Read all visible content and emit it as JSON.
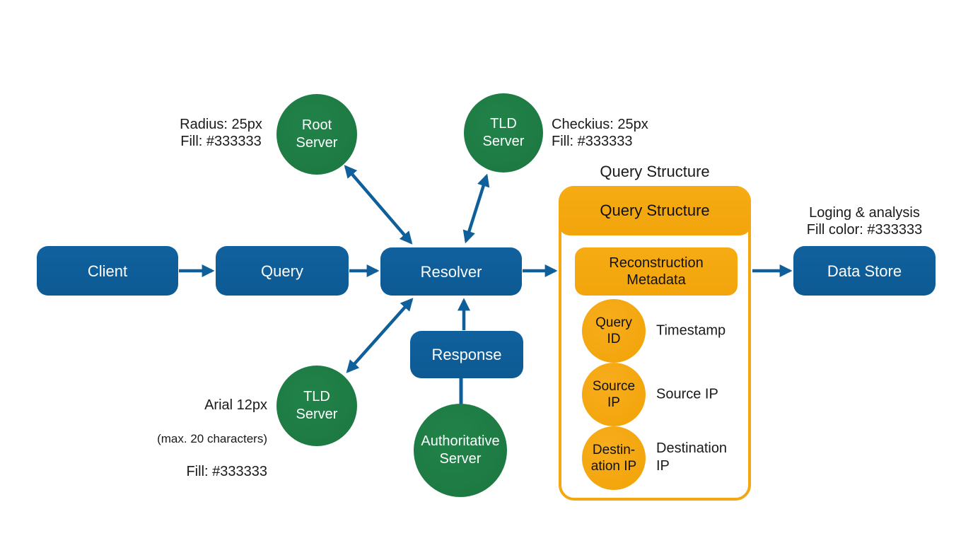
{
  "colors": {
    "node_blue": "#0F5F9B",
    "node_green": "#1E7C45",
    "accent_orange": "#F3A712",
    "arrow_blue": "#0F5F9B",
    "text_dark": "#1A1A1A"
  },
  "nodes": {
    "client": {
      "label": "Client"
    },
    "query": {
      "label": "Query"
    },
    "resolver": {
      "label": "Resolver"
    },
    "response": {
      "label": "Response"
    },
    "data_store": {
      "label": "Data Store"
    },
    "root_server": {
      "label": "Root\nServer"
    },
    "tld_server_top": {
      "label": "TLD\nServer"
    },
    "tld_server_bottom": {
      "label": "TLD\nServer"
    },
    "authoritative_server": {
      "label": "Authoritative\nServer"
    }
  },
  "panel": {
    "title": "Query Structure",
    "header": "Query Structure",
    "metadata_box": "Reconstruction\nMetadata",
    "items": [
      {
        "circle": "Query\nID",
        "label": "Timestamp"
      },
      {
        "circle": "Source\nIP",
        "label": "Source IP"
      },
      {
        "circle": "Destin-\nation IP",
        "label": "Destination\nIP"
      }
    ]
  },
  "annotations": {
    "root_note": "Radius: 25px\nFill: #333333",
    "tld_top_note": "Checkius: 25px\nFill: #333333",
    "datastore_note": "Loging & analysis\nFill color: #333333",
    "tld_bottom_note_line1": "Arial 12px",
    "tld_bottom_note_line2": "(max. 20 characters)",
    "tld_bottom_note_line3": "Fill: #333333"
  }
}
